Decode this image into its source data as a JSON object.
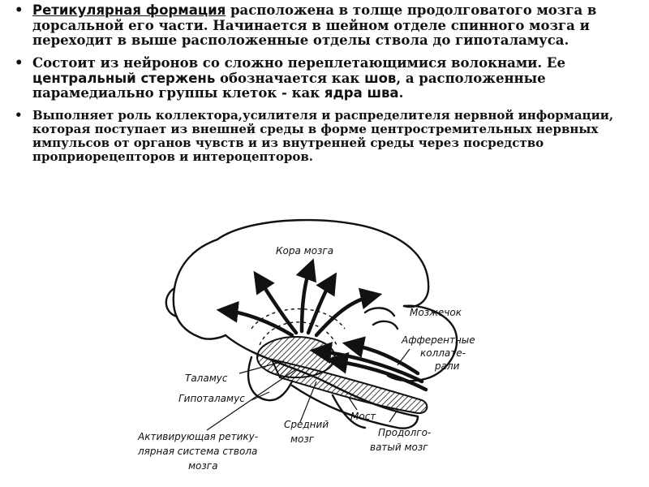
{
  "bullets": [
    {
      "kw": "Ретикулярная формация",
      "text": " расположена в толще продолговатого мозга в дорсальной его части. Начинается в шейном отделе спинного мозга и переходит в выше расположенные отделы ствола до гипоталамуса."
    },
    {
      "t1": "Состоит из нейронов со сложно переплетающимися волокнами. Ее ",
      "kw1": "центральный стержень",
      "t2": " обозначается как ",
      "kw2": "шов",
      "t3": ", а расположенные парамедиально группы клеток - как ",
      "kw3": "ядра шва",
      "t4": "."
    },
    {
      "text": "Выполняет роль коллектора,усилителя и распределителя нервной информации, которая поступает из внешней среды в форме центростремительных нервных импульсов от органов чувств и из внутренней среды через посредство проприорецепторов и интероцепторов."
    }
  ],
  "figure": {
    "labels": {
      "cortex": "Кора мозга",
      "cerebellum": "Мозжечок",
      "afferent_1": "Афферентные",
      "afferent_2": "коллате-",
      "afferent_3": "рали",
      "thalamus": "Таламус",
      "hypothalamus": "Гипоталамус",
      "pons": "Мост",
      "midbrain_1": "Средний",
      "midbrain_2": "мозг",
      "medulla_1": "Продолго-",
      "medulla_2": "ватый мозг",
      "ras_1": "Активирующая ретику-",
      "ras_2": "лярная система ствола",
      "ras_3": "мозга"
    }
  }
}
